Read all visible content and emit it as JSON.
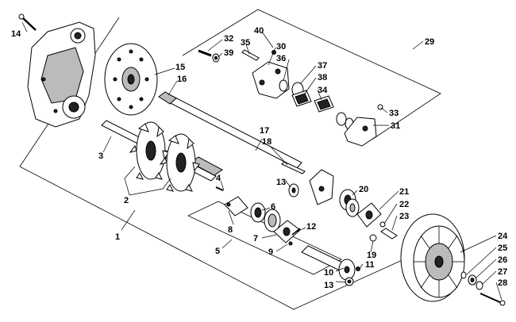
{
  "callouts": [
    {
      "id": "c1",
      "text": "1"
    },
    {
      "id": "c2",
      "text": "2"
    },
    {
      "id": "c3",
      "text": "3"
    },
    {
      "id": "c4",
      "text": "4"
    },
    {
      "id": "c5",
      "text": "5"
    },
    {
      "id": "c6",
      "text": "6"
    },
    {
      "id": "c7",
      "text": "7"
    },
    {
      "id": "c8",
      "text": "8"
    },
    {
      "id": "c9",
      "text": "9"
    },
    {
      "id": "c10",
      "text": "10"
    },
    {
      "id": "c11",
      "text": "11"
    },
    {
      "id": "c12",
      "text": "12"
    },
    {
      "id": "c13a",
      "text": "13"
    },
    {
      "id": "c13b",
      "text": "13"
    },
    {
      "id": "c14",
      "text": "14"
    },
    {
      "id": "c15",
      "text": "15"
    },
    {
      "id": "c16",
      "text": "16"
    },
    {
      "id": "c17",
      "text": "17"
    },
    {
      "id": "c18",
      "text": "18"
    },
    {
      "id": "c19",
      "text": "19"
    },
    {
      "id": "c20",
      "text": "20"
    },
    {
      "id": "c21",
      "text": "21"
    },
    {
      "id": "c22",
      "text": "22"
    },
    {
      "id": "c23",
      "text": "23"
    },
    {
      "id": "c24",
      "text": "24"
    },
    {
      "id": "c25",
      "text": "25"
    },
    {
      "id": "c26",
      "text": "26"
    },
    {
      "id": "c27",
      "text": "27"
    },
    {
      "id": "c28",
      "text": "28"
    },
    {
      "id": "c29",
      "text": "29"
    },
    {
      "id": "c30",
      "text": "30"
    },
    {
      "id": "c31",
      "text": "31"
    },
    {
      "id": "c32",
      "text": "32"
    },
    {
      "id": "c33",
      "text": "33"
    },
    {
      "id": "c34",
      "text": "34"
    },
    {
      "id": "c35",
      "text": "35"
    },
    {
      "id": "c36",
      "text": "36"
    },
    {
      "id": "c37",
      "text": "37"
    },
    {
      "id": "c38",
      "text": "38"
    },
    {
      "id": "c39",
      "text": "39"
    },
    {
      "id": "c40",
      "text": "40"
    }
  ]
}
